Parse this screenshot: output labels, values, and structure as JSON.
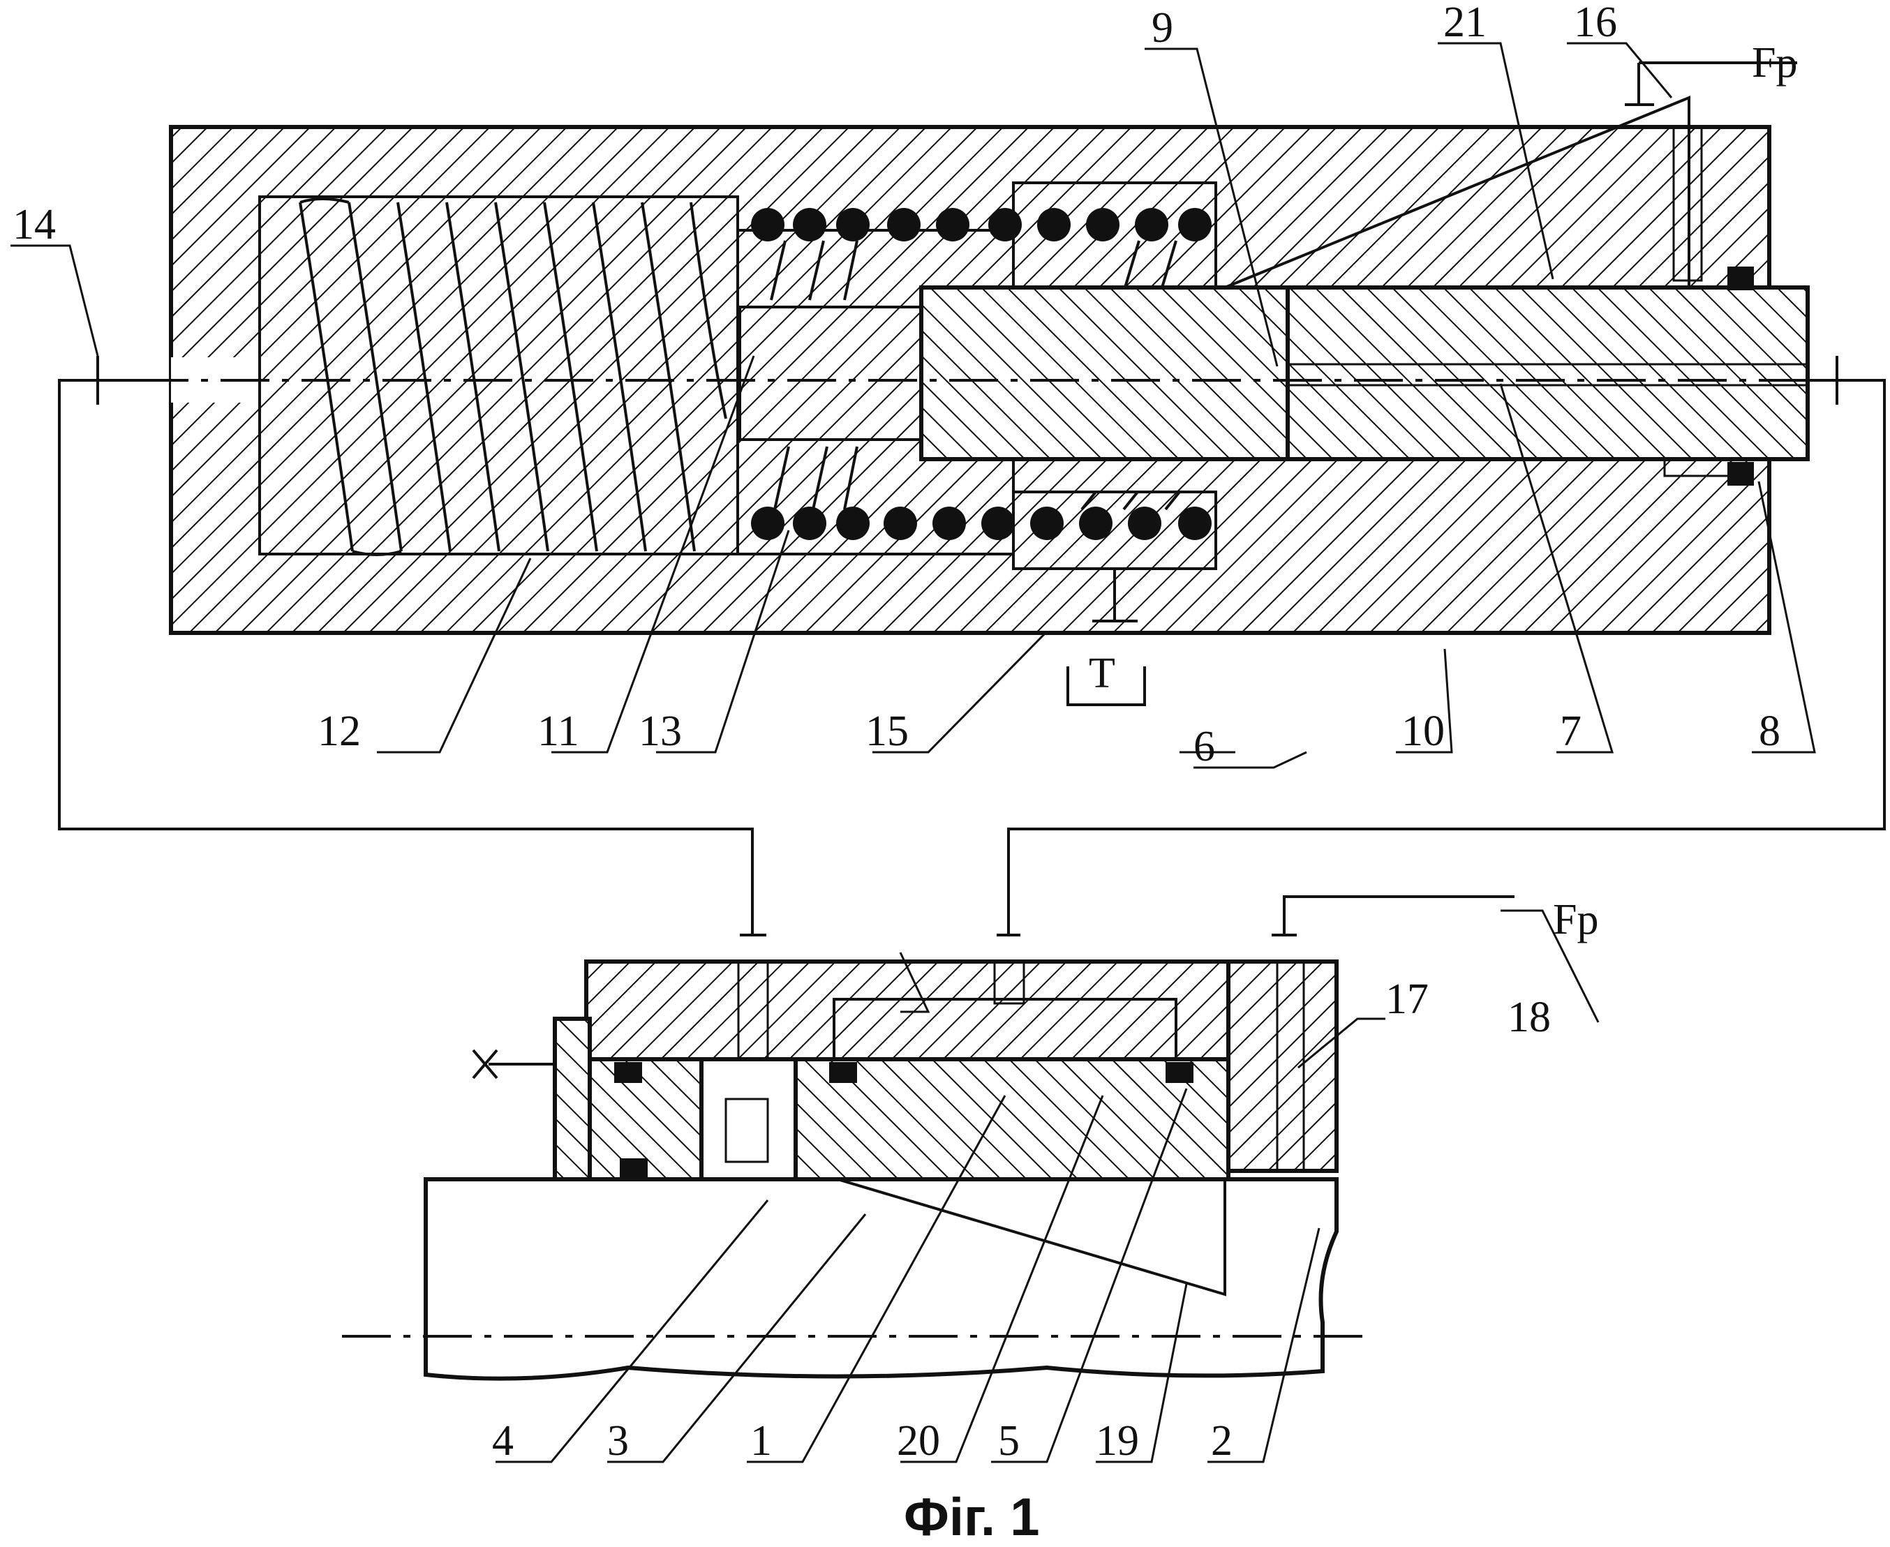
{
  "figure": {
    "caption": "Фіг. 1",
    "force_label": "Fp",
    "input_label": "X",
    "tank_symbol": "T"
  },
  "callouts": {
    "c1": "1",
    "c2": "2",
    "c3": "3",
    "c4": "4",
    "c5": "5",
    "c6": "6",
    "c7": "7",
    "c8": "8",
    "c9": "9",
    "c10": "10",
    "c11": "11",
    "c12": "12",
    "c13": "13",
    "c14": "14",
    "c15": "15",
    "c16": "16",
    "c17": "17",
    "c18": "18",
    "c19": "19",
    "c20": "20",
    "c21": "21"
  },
  "colors": {
    "ink": "#111111",
    "paper": "#ffffff"
  }
}
